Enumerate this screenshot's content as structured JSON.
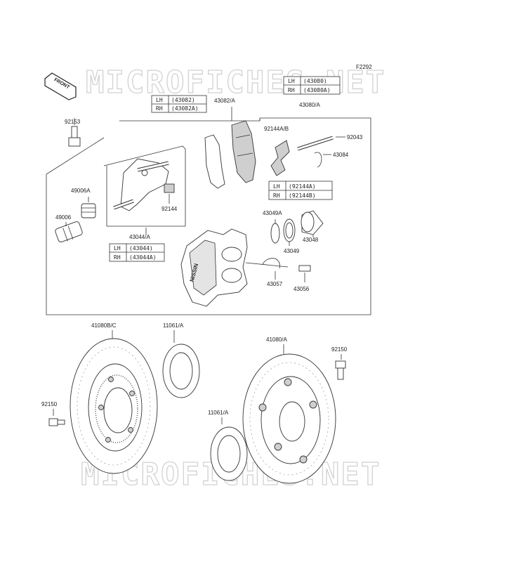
{
  "diagram_code": "F2292",
  "watermark": "MICROFICHES.NET",
  "front_label": "FRONT",
  "side_tables": {
    "pads": [
      {
        "side": "LH",
        "code": "(43082)"
      },
      {
        "side": "RH",
        "code": "(43082A)"
      }
    ],
    "caliper_assy": [
      {
        "side": "LH",
        "code": "(43080)"
      },
      {
        "side": "RH",
        "code": "(43080A)"
      }
    ],
    "pad_spring": [
      {
        "side": "LH",
        "code": "(92144A)"
      },
      {
        "side": "RH",
        "code": "(92144B)"
      }
    ],
    "holder": [
      {
        "side": "LH",
        "code": "(43044)"
      },
      {
        "side": "RH",
        "code": "(43044A)"
      }
    ]
  },
  "part_labels": {
    "p92153": "92153",
    "p43082a": "43082/A",
    "p43080a": "43080/A",
    "p92144ab": "92144A/B",
    "p92043": "92043",
    "p43084": "43084",
    "p49006a": "49006A",
    "p49006": "49006",
    "p92144": "92144",
    "p43044a": "43044/A",
    "p43049a": "43049A",
    "p43048": "43048",
    "p43049": "43049",
    "p43057": "43057",
    "p43056": "43056",
    "p41080bc": "41080B/C",
    "p11061a_top": "11061/A",
    "p41080a": "41080/A",
    "p92150_right": "92150",
    "p92150_left": "92150",
    "p11061a_bottom": "11061/A"
  }
}
